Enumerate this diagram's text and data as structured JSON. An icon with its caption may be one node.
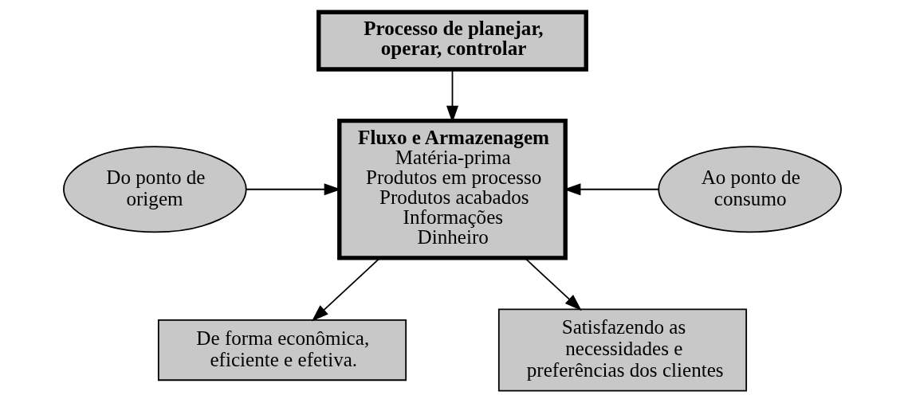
{
  "diagram": {
    "nodes": [
      {
        "text": [
          "Processo de planejar, operar, controlar"
        ]
      },
      {
        "text": [
          "Fluxo e Armazenagem",
          "Matéria-prima",
          "Produtos em processo",
          "Produtos acabados",
          "Informações",
          "Dinheiro"
        ]
      },
      {
        "text": [
          "Do ponto de origem"
        ]
      },
      {
        "text": [
          "Ao ponto de consumo"
        ]
      },
      {
        "text": [
          "De forma econômica, eficiente e efetiva."
        ]
      },
      {
        "text": [
          "Satisfazendo as necessidades e preferências dos clientes"
        ]
      }
    ],
    "edges": [
      {
        "from": 0,
        "to": 1,
        "arrow": "to"
      },
      {
        "from": 2,
        "to": 1,
        "arrow": "to"
      },
      {
        "from": 3,
        "to": 1,
        "arrow": "to"
      },
      {
        "from": 1,
        "to": 4,
        "arrow": "to"
      },
      {
        "from": 1,
        "to": 5,
        "arrow": "to"
      }
    ]
  }
}
